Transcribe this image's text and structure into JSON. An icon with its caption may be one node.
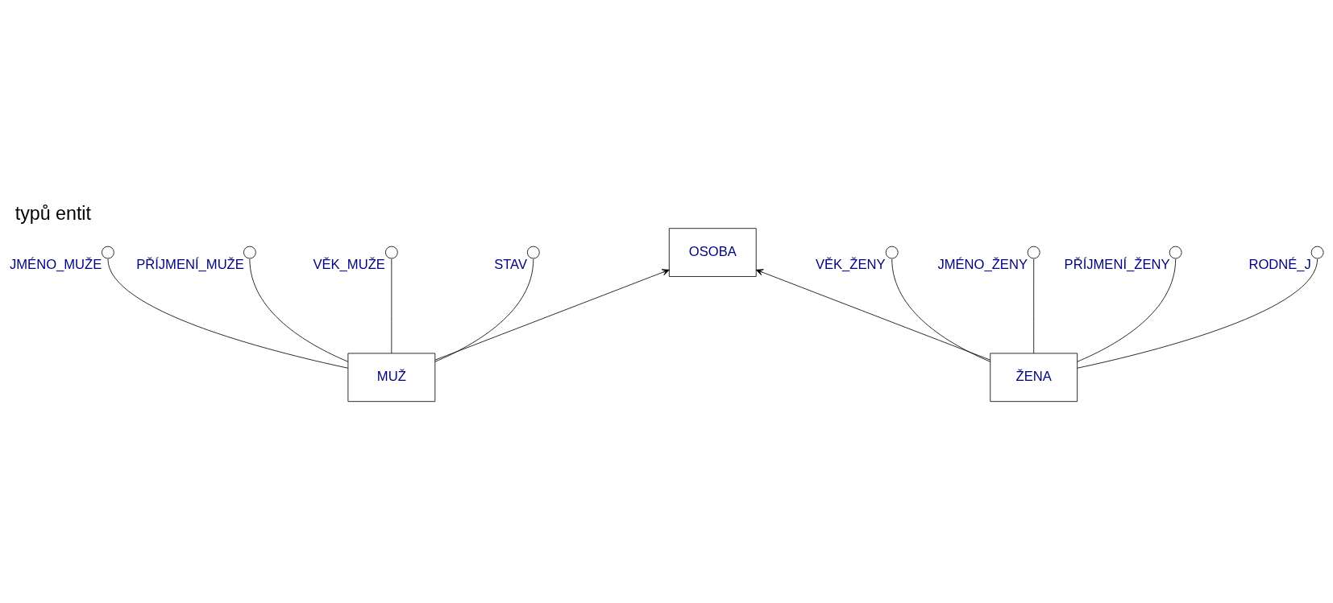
{
  "diagram": {
    "title": "typů entit",
    "nodes": [
      {
        "text": [
          "OSOBA"
        ]
      },
      {
        "text": [
          "MUŽ"
        ]
      },
      {
        "text": [
          "ŽENA"
        ]
      },
      {
        "text": [],
        "shape": "circle",
        "beside": [
          "JMÉNO_MUŽE"
        ]
      },
      {
        "text": [],
        "shape": "circle",
        "beside": [
          "PŘÍJMENÍ_MUŽE"
        ]
      },
      {
        "text": [],
        "shape": "circle",
        "beside": [
          "VĚK_MUŽE"
        ]
      },
      {
        "text": [],
        "shape": "circle",
        "beside": [
          "STAV"
        ]
      },
      {
        "text": [],
        "shape": "circle",
        "beside": [
          "VĚK_ŽENY"
        ]
      },
      {
        "text": [],
        "shape": "circle",
        "beside": [
          "JMÉNO_ŽENY"
        ]
      },
      {
        "text": [],
        "shape": "circle",
        "beside": [
          "PŘÍJMENÍ_ŽENY"
        ]
      },
      {
        "text": [],
        "shape": "circle",
        "beside": [
          "RODNÉ_J"
        ]
      }
    ],
    "edges": [
      {
        "from": 1,
        "to": 0,
        "arrow": "to"
      },
      {
        "from": 2,
        "to": 0,
        "arrow": "to"
      },
      {
        "from": 1,
        "to": 3,
        "arrow": "none"
      },
      {
        "from": 1,
        "to": 4,
        "arrow": "none"
      },
      {
        "from": 1,
        "to": 5,
        "arrow": "none"
      },
      {
        "from": 1,
        "to": 6,
        "arrow": "none"
      },
      {
        "from": 2,
        "to": 7,
        "arrow": "none"
      },
      {
        "from": 2,
        "to": 8,
        "arrow": "none"
      },
      {
        "from": 2,
        "to": 9,
        "arrow": "none"
      },
      {
        "from": 2,
        "to": 10,
        "arrow": "none"
      }
    ]
  }
}
